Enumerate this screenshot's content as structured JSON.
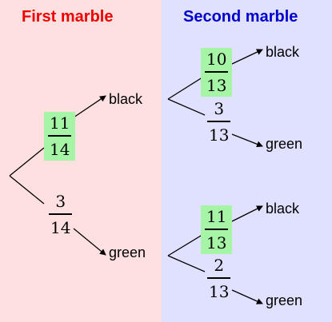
{
  "headers": {
    "first": "First marble",
    "second": "Second marble"
  },
  "colors": {
    "first_header": "#ee0000",
    "second_header": "#0000cc",
    "left_panel": "#ffe0e0",
    "right_panel": "#e0e0ff",
    "highlight": "#a6f5a6"
  },
  "first_draw": {
    "black": {
      "label": "black",
      "num": "11",
      "den": "14",
      "highlighted": true
    },
    "green": {
      "label": "green",
      "num": "3",
      "den": "14",
      "highlighted": false
    }
  },
  "second_draw": {
    "after_black": {
      "black": {
        "label": "black",
        "num": "10",
        "den": "13",
        "highlighted": true
      },
      "green": {
        "label": "green",
        "num": "3",
        "den": "13",
        "highlighted": false
      }
    },
    "after_green": {
      "black": {
        "label": "black",
        "num": "11",
        "den": "13",
        "highlighted": true
      },
      "green": {
        "label": "green",
        "num": "2",
        "den": "13",
        "highlighted": false
      }
    }
  }
}
